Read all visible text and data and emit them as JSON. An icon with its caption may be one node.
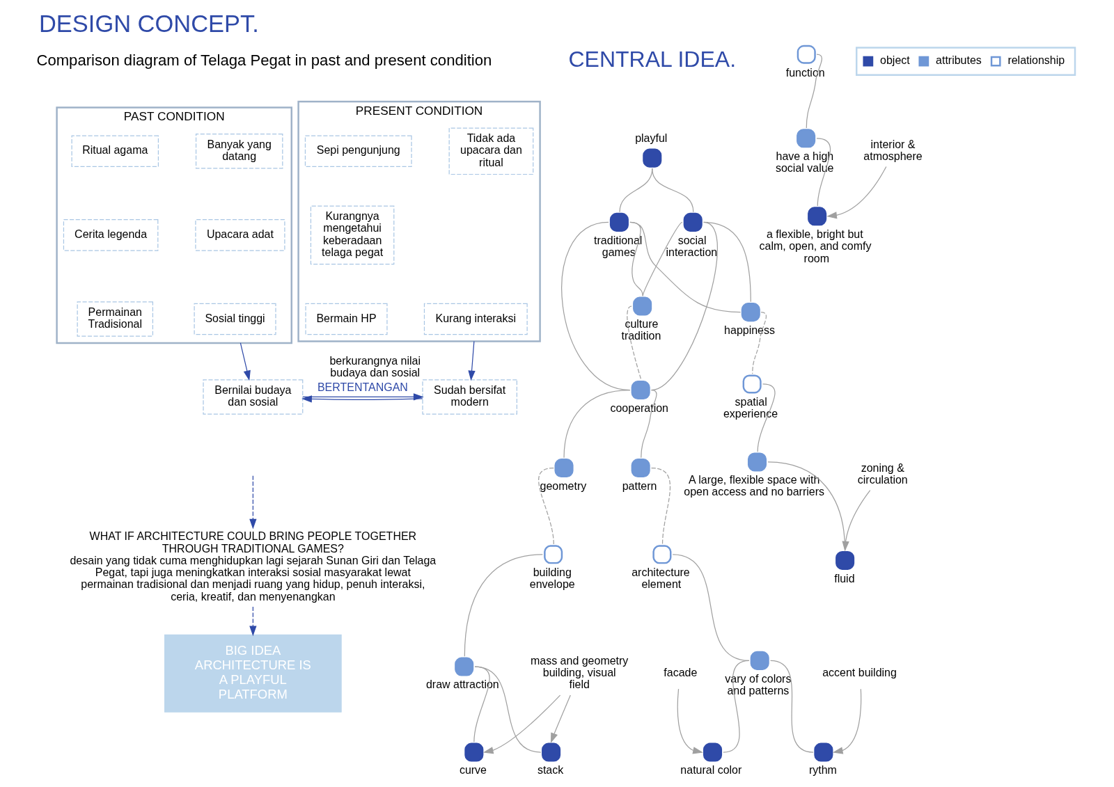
{
  "diagram": {
    "title": "DESIGN CONCEPT.",
    "nodes": [
      {
        "text": [
          "PAST CONDITION"
        ]
      },
      {
        "text": [
          "Ritual agama"
        ],
        "in": 0
      },
      {
        "text": [
          "Banyak yang datang"
        ],
        "in": 0
      },
      {
        "text": [
          "Cerita legenda"
        ],
        "in": 0
      },
      {
        "text": [
          "Upacara adat"
        ],
        "in": 0
      },
      {
        "text": [
          "Permainan Tradisional"
        ],
        "in": 0
      },
      {
        "text": [
          "Sosial tinggi"
        ],
        "in": 0
      },
      {
        "text": [
          "PRESENT CONDITION"
        ]
      },
      {
        "text": [
          "Sepi pengunjung"
        ],
        "in": 7
      },
      {
        "text": [
          "Tidak ada upacara dan ritual"
        ],
        "in": 7
      },
      {
        "text": [
          "Kurangnya mengetahui keberadaan telaga pegat"
        ],
        "in": 7
      },
      {
        "text": [
          "Bermain HP"
        ],
        "in": 7
      },
      {
        "text": [
          "Kurang interaksi"
        ],
        "in": 7
      },
      {
        "text": [
          "Bernilai budaya dan sosial"
        ]
      },
      {
        "text": [
          "Sudah bersifat modern"
        ],
        "beside": [
          "berkurangnya nilai budaya dan sosial"
        ]
      },
      {
        "text": [
          "WHAT IF ARCHITECTURE COULD BRING PEOPLE TOGETHER THROUGH TRADITIONAL GAMES?",
          "desain yang tidak cuma menghidupkan lagi sejarah Sunan Giri dan Telaga Pegat, tapi juga meningkatkan interaksi sosial masyarakat lewat permainan tradisional dan menjadi ruang yang hidup, penuh interaksi, ceria, kreatif, dan menyenangkan"
        ]
      },
      {
        "text": [
          "BIG IDEA",
          "ARCHITECTURE IS A PLAYFUL PLATFORM"
        ]
      },
      {
        "text": [
          "playful"
        ]
      },
      {
        "text": [
          "traditional games"
        ]
      },
      {
        "text": [
          "social interaction"
        ]
      },
      {
        "text": [
          "culture tradition"
        ]
      },
      {
        "text": [
          "happiness"
        ]
      },
      {
        "text": [
          "cooperation"
        ]
      },
      {
        "text": [
          "function"
        ]
      },
      {
        "text": [
          "pattern"
        ]
      },
      {
        "text": [
          "geometry"
        ]
      },
      {
        "text": [
          "spatial experience"
        ]
      },
      {
        "text": [
          "architecture element"
        ]
      },
      {
        "text": [
          "building envelope"
        ]
      },
      {
        "text": [
          "have a high social value"
        ]
      },
      {
        "text": [
          "A large, flexible space with open access and no barriers"
        ]
      },
      {
        "text": [
          "vary of colors and patterns"
        ]
      },
      {
        "text": [
          "draw attraction"
        ]
      },
      {
        "text": [
          "a flexible, bright but calm, open, and comfy room"
        ]
      },
      {
        "text": [
          "fluid"
        ]
      },
      {
        "text": [
          "natural color"
        ]
      },
      {
        "text": [
          "rythm"
        ]
      },
      {
        "text": [
          "stack"
        ]
      },
      {
        "text": [
          "curve"
        ]
      },
      {
        "text": [
          "interior & atmosphere"
        ]
      },
      {
        "text": [
          "zoning & circulation"
        ]
      },
      {
        "text": [
          "facade"
        ]
      },
      {
        "text": [
          "accent building"
        ]
      },
      {
        "text": [
          "mass and geometry building, visual field"
        ]
      }
    ],
    "edges": [
      {
        "from": 0,
        "to": 13,
        "arrow": "to",
        "color": "#2f4aa8"
      },
      {
        "from": 7,
        "to": 14,
        "arrow": "to",
        "color": "#2f4aa8"
      },
      {
        "from": 13,
        "to": 14,
        "arrow": "to",
        "label": "BERTENTANGAN",
        "color": "#2f4aa8"
      },
      {
        "from": 14,
        "to": 13,
        "arrow": "to",
        "color": "#2f4aa8"
      },
      {
        "from": null,
        "to": 15,
        "arrow": "to",
        "style": "dashed",
        "color": "#2f4aa8"
      },
      {
        "from": 15,
        "to": 16,
        "arrow": "to",
        "style": "dashed",
        "color": "#2f4aa8"
      },
      {
        "from": 17,
        "to": 18,
        "arrow": "none"
      },
      {
        "from": 17,
        "to": 19,
        "arrow": "none"
      },
      {
        "from": 18,
        "to": 20,
        "arrow": "none"
      },
      {
        "from": 18,
        "to": 21,
        "arrow": "none"
      },
      {
        "from": 18,
        "to": 22,
        "arrow": "none"
      },
      {
        "from": 19,
        "to": 20,
        "arrow": "none"
      },
      {
        "from": 19,
        "to": 21,
        "arrow": "none"
      },
      {
        "from": 19,
        "to": 22,
        "arrow": "none"
      },
      {
        "from": 22,
        "to": 24,
        "arrow": "none"
      },
      {
        "from": 22,
        "to": 25,
        "arrow": "none"
      },
      {
        "from": 20,
        "to": 22,
        "arrow": "none",
        "style": "dashed"
      },
      {
        "from": 21,
        "to": 26,
        "arrow": "none",
        "style": "dashed"
      },
      {
        "from": 24,
        "to": 27,
        "arrow": "none",
        "style": "dashed"
      },
      {
        "from": 25,
        "to": 28,
        "arrow": "none",
        "style": "dashed"
      },
      {
        "from": 23,
        "to": 29,
        "arrow": "none"
      },
      {
        "from": 26,
        "to": 30,
        "arrow": "none"
      },
      {
        "from": 27,
        "to": 31,
        "arrow": "none"
      },
      {
        "from": 28,
        "to": 32,
        "arrow": "none"
      },
      {
        "from": 29,
        "to": 33,
        "arrow": "none"
      },
      {
        "from": 30,
        "to": 34,
        "arrow": "none"
      },
      {
        "from": 31,
        "to": 35,
        "arrow": "none"
      },
      {
        "from": 31,
        "to": 36,
        "arrow": "none"
      },
      {
        "from": 32,
        "to": 37,
        "arrow": "none"
      },
      {
        "from": 32,
        "to": 38,
        "arrow": "none"
      },
      {
        "from": 39,
        "to": 33,
        "arrow": "to"
      },
      {
        "from": 40,
        "to": 34,
        "arrow": "to"
      },
      {
        "from": 41,
        "to": 35,
        "arrow": "to"
      },
      {
        "from": 42,
        "to": 36,
        "arrow": "to"
      },
      {
        "from": 43,
        "to": 37,
        "arrow": "to"
      },
      {
        "from": 43,
        "to": 38,
        "arrow": "to"
      }
    ],
    "labels": [
      "Comparison diagram of Telaga Pegat in past and present condition",
      "CENTRAL IDEA."
    ],
    "legend": [
      {
        "text": "object",
        "color": "#2f4aa8"
      },
      {
        "text": "attributes",
        "color": "#6f97d6"
      },
      {
        "text": "relationship"
      }
    ]
  }
}
